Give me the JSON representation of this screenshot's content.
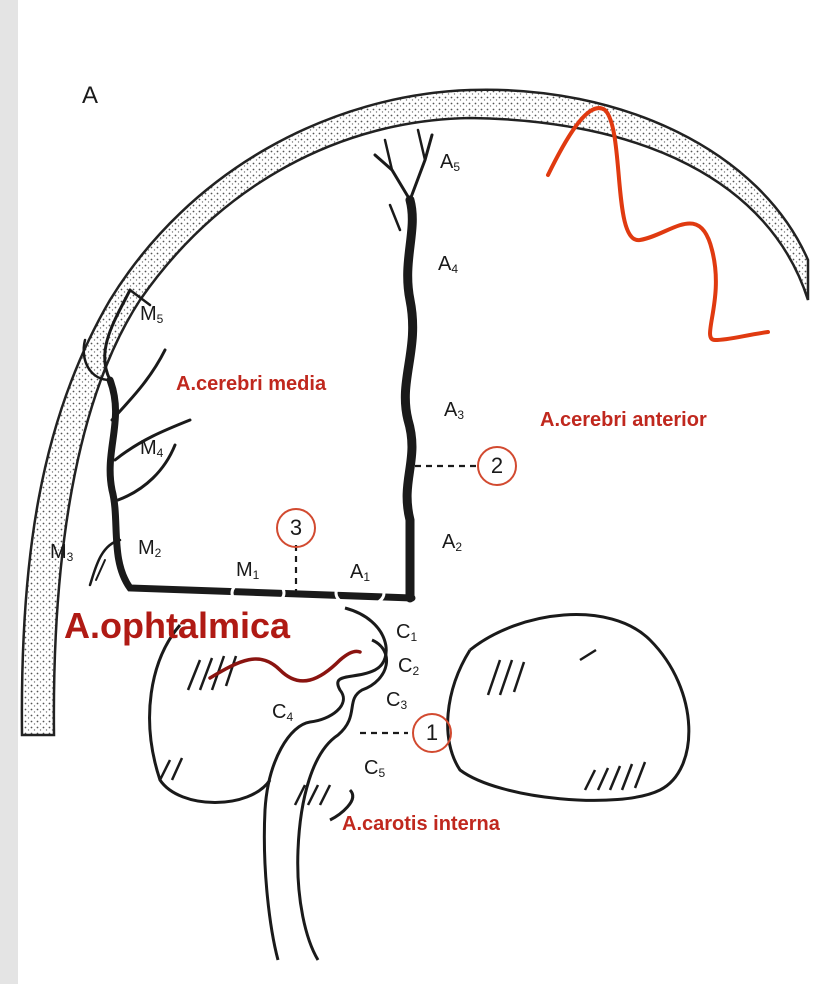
{
  "figure_letter": "A",
  "segment_labels": {
    "A5": {
      "base": "A",
      "sub": "5"
    },
    "A4": {
      "base": "A",
      "sub": "4"
    },
    "A3": {
      "base": "A",
      "sub": "3"
    },
    "A2": {
      "base": "A",
      "sub": "2"
    },
    "A1": {
      "base": "A",
      "sub": "1"
    },
    "M5": {
      "base": "M",
      "sub": "5"
    },
    "M4": {
      "base": "M",
      "sub": "4"
    },
    "M3": {
      "base": "M",
      "sub": "3"
    },
    "M2": {
      "base": "M",
      "sub": "2"
    },
    "M1": {
      "base": "M",
      "sub": "1"
    },
    "C1": {
      "base": "C",
      "sub": "1"
    },
    "C2": {
      "base": "C",
      "sub": "2"
    },
    "C3": {
      "base": "C",
      "sub": "3"
    },
    "C4": {
      "base": "C",
      "sub": "4"
    },
    "C5": {
      "base": "C",
      "sub": "5"
    }
  },
  "markers": {
    "one": "1",
    "two": "2",
    "three": "3"
  },
  "annotations": {
    "cerebri_media": "A.cerebri media",
    "cerebri_anterior": "A.cerebri anterior",
    "ophtalmica": "A.ophtalmica",
    "carotis_interna": "A.carotis interna"
  },
  "colors": {
    "ink": "#1a1a1a",
    "annotation_red": "#c0281e",
    "ophtalmica_red": "#b01a14",
    "bone_stipple": "#6a6a6a"
  }
}
